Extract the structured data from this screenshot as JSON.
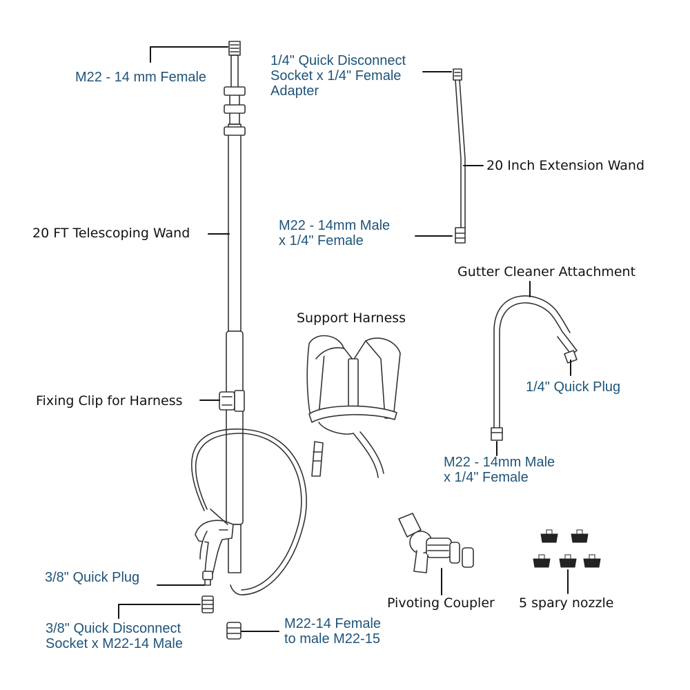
{
  "labels": {
    "m22_14mm_female": "M22 - 14 mm Female",
    "quick_disconnect_socket": "1/4\" Quick Disconnect\nSocket x 1/4\" Female\nAdapter",
    "extension_wand": "20 Inch Extension Wand",
    "m22_male_wand": "M22 - 14mm Male\nx 1/4\" Female",
    "telescoping_wand": "20 FT Telescoping Wand",
    "gutter_cleaner": "Gutter Cleaner Attachment",
    "support_harness": "Support Harness",
    "quick_plug_quarter": "1/4\" Quick Plug",
    "fixing_clip": "Fixing Clip for Harness",
    "m22_male_gutter": "M22 - 14mm Male\nx 1/4\" Female",
    "quick_plug_three_eighths": "3/8\" Quick Plug",
    "pivoting_coupler": "Pivoting Coupler",
    "nozzles": "5 spary nozzle",
    "socket_three_eighths": "3/8\" Quick Disconnect\nSocket x M22-14 Male",
    "m22_14_to_15": "M22-14 Female\nto male M22-15"
  },
  "colors": {
    "label_blue": "#1f5478",
    "label_black": "#111111",
    "line_art": "#333333",
    "nozzle_fill": "#222222"
  }
}
